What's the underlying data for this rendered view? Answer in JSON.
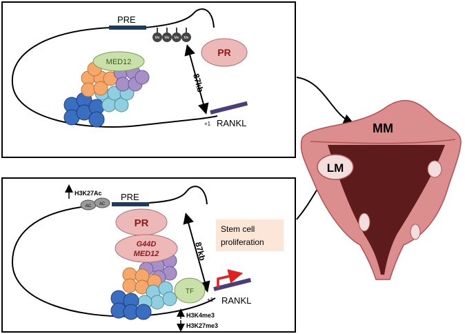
{
  "top_panel": {
    "pre_label": "PRE",
    "methyl_labels": [
      "Me",
      "Me",
      "Me",
      "Me"
    ],
    "med12_label": "MED12",
    "distance_label": "87kb",
    "pr_label": "PR",
    "tss_label": "+1",
    "rankl_label": "RANKL"
  },
  "bottom_panel": {
    "h3k27ac_label": "H3K27Ac",
    "acetyl_labels": [
      "AC",
      "AC"
    ],
    "pre_label": "PRE",
    "pr_label": "PR",
    "med12_mutant_line1": "G44D",
    "med12_mutant_line2": "MED12",
    "distance_label": "87kb",
    "stem_cell_line1": "Stem cell",
    "stem_cell_line2": "proliferation",
    "tf_label": "TF",
    "tss_label": "+1",
    "rankl_label": "RANKL",
    "h3k4me3_label": "H3K4me3",
    "h3k27me3_label": "H3K27me3"
  },
  "uterus": {
    "mm_label": "MM",
    "lm_label": "LM"
  },
  "colors": {
    "pre_bar": "#1f3b5c",
    "rankl_bar": "#4b3d7a",
    "med12_fill": "#c9e0a8",
    "pr_fill": "#ecb8b8",
    "pr_text": "#8a1a1a",
    "orange_bead": "#f5a86c",
    "purple_bead": "#a78fc7",
    "teal_bead": "#8fcfe0",
    "blue_bead": "#3a6fc0",
    "uterus_outer": "#dc8e8e",
    "uterus_cavity": "#5e1b1b",
    "stem_cell_box": "#fbe6d8",
    "tf_fill": "#c9e0a8",
    "red_arrow": "#e02020"
  }
}
